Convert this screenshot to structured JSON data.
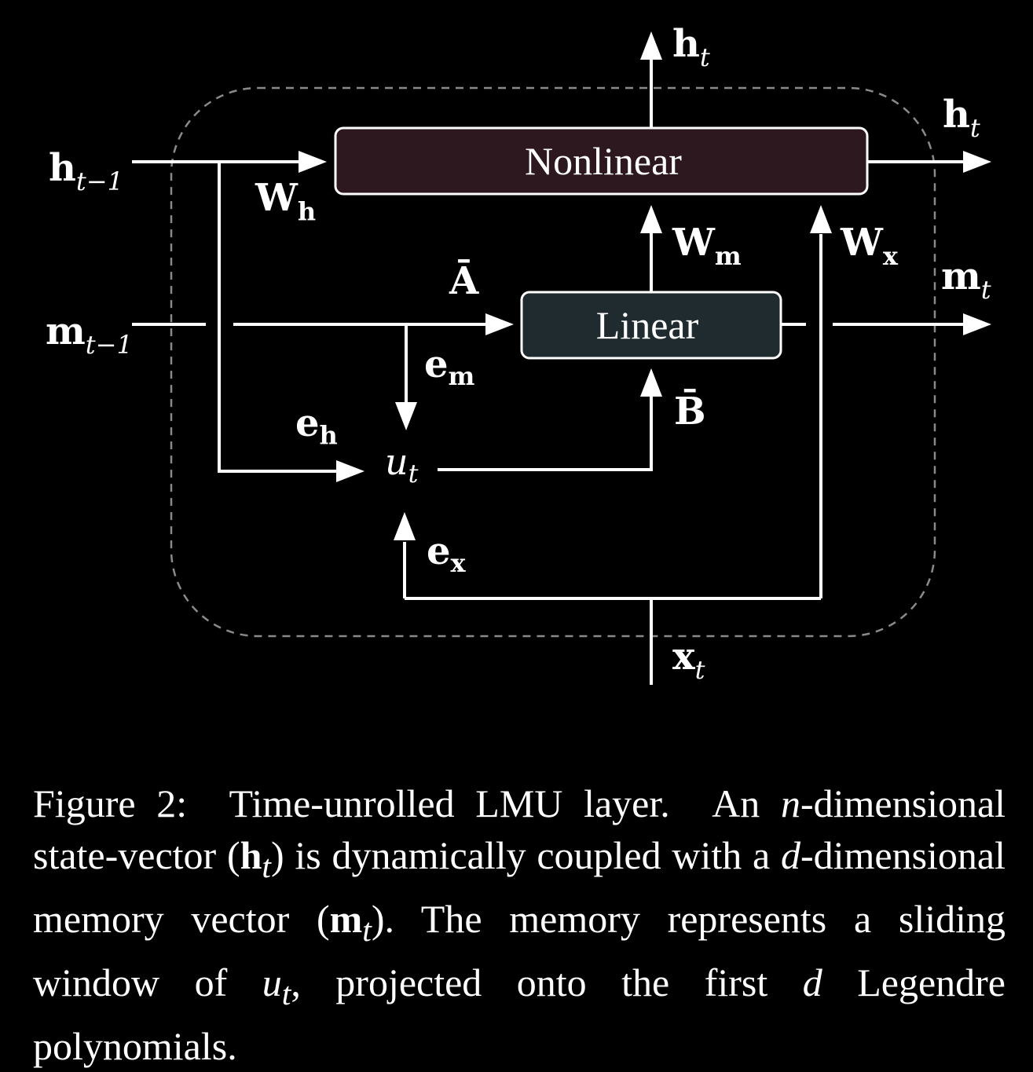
{
  "diagram": {
    "box_nonlinear": "Nonlinear",
    "box_linear": "Linear",
    "labels": {
      "h_out_top": {
        "base": "h",
        "sub": "t"
      },
      "h_out_right": {
        "base": "h",
        "sub": "t"
      },
      "h_prev": {
        "base": "h",
        "sub": "t−1"
      },
      "m_prev": {
        "base": "m",
        "sub": "t−1"
      },
      "m_out": {
        "base": "m",
        "sub": "t"
      },
      "W_h": {
        "base": "W",
        "sub": "h"
      },
      "W_m": {
        "base": "W",
        "sub": "m"
      },
      "W_x": {
        "base": "W",
        "sub": "x"
      },
      "A_bar": {
        "base": "Ā"
      },
      "B_bar": {
        "base": "B̄"
      },
      "e_m": {
        "base": "e",
        "sub": "m"
      },
      "e_h": {
        "base": "e",
        "sub": "h"
      },
      "e_x": {
        "base": "e",
        "sub": "x"
      },
      "u_t": {
        "base": "u",
        "sub": "t"
      },
      "x_t": {
        "base": "x",
        "sub": "t"
      }
    },
    "colors": {
      "nonlinear_fill": "#2e1820",
      "linear_fill": "#1f2b2e",
      "stroke": "#ffffff",
      "dashed_border": "#8a8a8a"
    }
  },
  "caption": {
    "label": "Figure 2:",
    "title": "Time-unrolled LMU layer.",
    "s1": "An",
    "n": "n",
    "s2": "-dimensional state-vector (",
    "h": "h",
    "t1": "t",
    "s3": ") is dynamically coupled with a",
    "d1": "d",
    "s4": "-dimensional memory vector (",
    "m": "m",
    "t2": "t",
    "s5": "). The memory represents a sliding window of",
    "u": "u",
    "t3": "t",
    "s6": ", projected onto the first",
    "d2": "d",
    "s7": "Legendre polynomials."
  }
}
